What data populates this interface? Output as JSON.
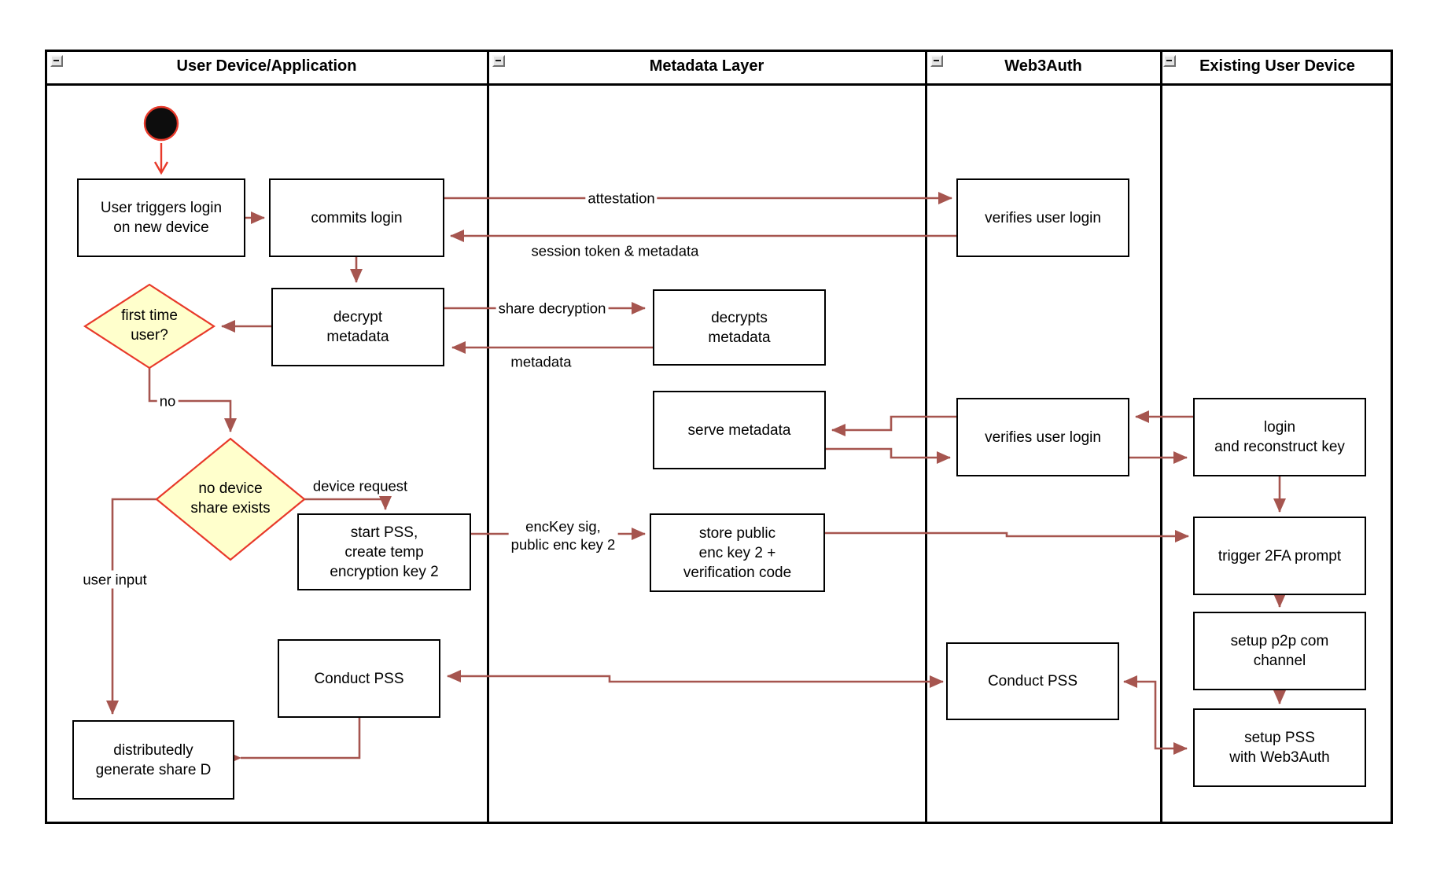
{
  "diagram": {
    "colors": {
      "connector": "#A6554F",
      "accent_red": "#E8392A",
      "decision_fill": "#FFFFCC"
    },
    "lanes": [
      {
        "title": "User Device/Application"
      },
      {
        "title": "Metadata Layer"
      },
      {
        "title": "Web3Auth"
      },
      {
        "title": "Existing User Device"
      }
    ],
    "nodes": {
      "user_triggers": "User triggers login\non new device",
      "commits_login": "commits login",
      "verifies_login_1": "verifies user login",
      "decrypt_metadata": "decrypt\nmetadata",
      "decrypts_metadata": "decrypts\nmetadata",
      "serve_metadata": "serve metadata",
      "verifies_login_2": "verifies user login",
      "login_reconstruct": "login\nand reconstruct key",
      "start_pss": "start PSS,\ncreate temp\nencryption key 2",
      "store_public": "store public\nenc key 2 +\nverification code",
      "trigger_2fa": "trigger 2FA prompt",
      "setup_p2p": "setup p2p com\nchannel",
      "setup_pss": "setup PSS\nwith Web3Auth",
      "conduct_pss_user": "Conduct PSS",
      "conduct_pss_web3auth": "Conduct PSS",
      "distributedly": "distributedly\ngenerate share D"
    },
    "decisions": {
      "first_time": "first time\nuser?",
      "no_device_share": "no device\nshare exists"
    },
    "edge_labels": {
      "attestation": "attestation",
      "session_token": "session token & metadata",
      "share_decryption": "share decryption",
      "metadata": "metadata",
      "no": "no",
      "device_request": "device request",
      "enc_key": "encKey sig,\npublic enc key 2",
      "user_input": "user input"
    }
  }
}
